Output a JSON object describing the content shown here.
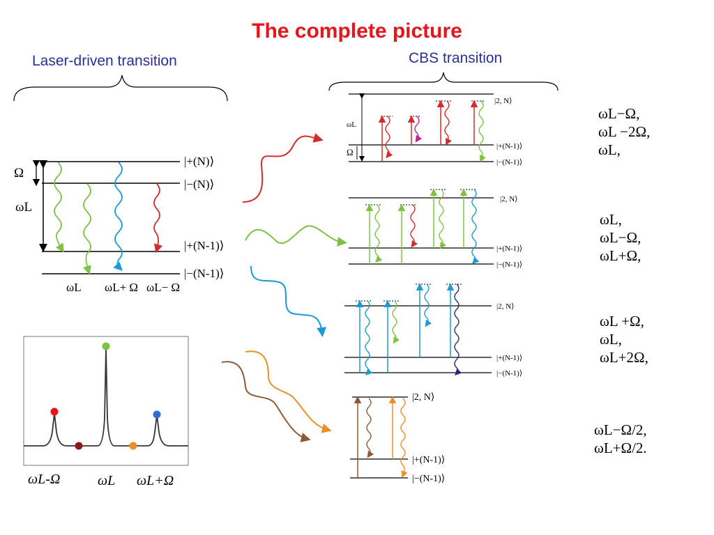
{
  "title": "The complete picture",
  "headings": {
    "laser": "Laser-driven transition",
    "cbs": "CBS transition"
  },
  "left_levels": {
    "plus_N": "|+(N)⟩",
    "minus_N": "|−(N)⟩",
    "plus_N1": "|+(N-1)⟩",
    "minus_N1": "|−(N-1)⟩",
    "omega": "Ω",
    "omega_L": "ωL"
  },
  "left_transitions": [
    "ωL",
    "ωL+ Ω",
    "ωL− Ω"
  ],
  "cbs_levels": {
    "two_N": "|2, N⟩",
    "plus_N1": "|+(N-1)⟩",
    "minus_N1": "|−(N-1)⟩",
    "omega_L": "ωL",
    "omega": "Ω"
  },
  "frequency_groups": [
    [
      "ωL−Ω,",
      "ωL −2Ω,",
      "ωL,"
    ],
    [
      "ωL,",
      "ωL−Ω,",
      "ωL+Ω,"
    ],
    [
      "ωL +Ω,",
      "ωL,",
      "ωL+2Ω,"
    ],
    [
      "ωL−Ω/2,",
      "ωL+Ω/2."
    ]
  ],
  "spectrum_labels": [
    "ωL-Ω",
    "ωL",
    "ωL+Ω"
  ],
  "colors": {
    "title": "#e8141b",
    "heading": "#2b2f92",
    "red": "#d42b2b",
    "green": "#7dc242",
    "blue": "#1a9ad6",
    "magenta": "#c0209a",
    "navy": "#2b2a7a",
    "brown": "#8b5a3c",
    "orange": "#e8902a",
    "darkred": "#8b1a1a"
  }
}
